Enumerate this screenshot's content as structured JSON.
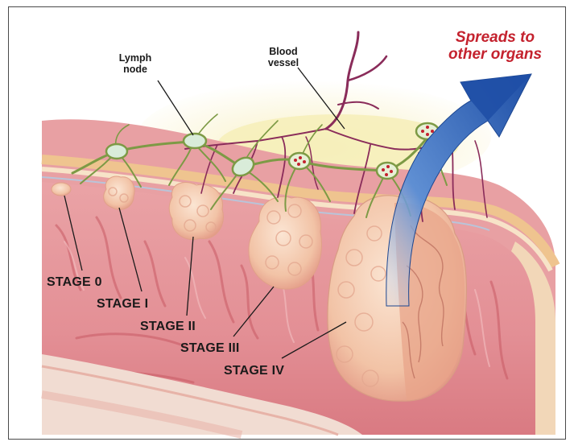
{
  "labels": {
    "lymph_node": [
      "Lymph",
      "node"
    ],
    "blood_vessel": [
      "Blood",
      "vessel"
    ],
    "spreads": [
      "Spreads to",
      "other organs"
    ]
  },
  "stages": [
    "STAGE 0",
    "STAGE I",
    "STAGE II",
    "STAGE III",
    "STAGE IV"
  ],
  "colors": {
    "tissue_pink": "#e79aa0",
    "tissue_dark": "#c95a64",
    "fat_yellow": "#f4eab0",
    "wall_beige": "#f2d7b8",
    "tumor": "#f4cdb4",
    "nerve_green": "#7d9a45",
    "vessel_purple": "#8a2c5a",
    "arrow_blue": "#2a5fb0",
    "spread_red": "#c4222e"
  }
}
